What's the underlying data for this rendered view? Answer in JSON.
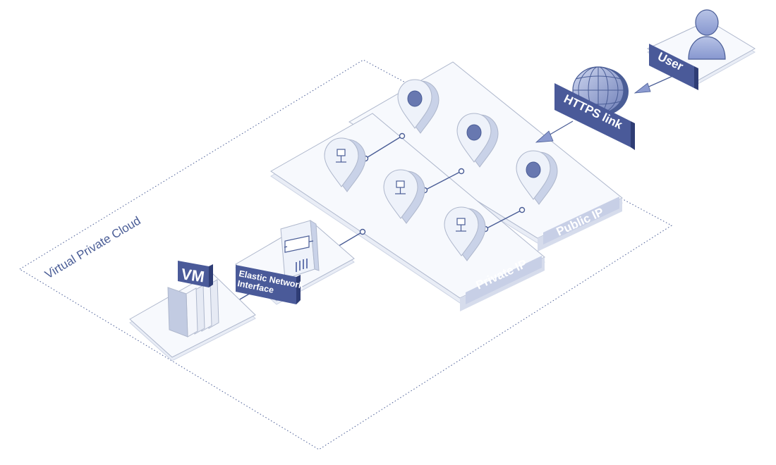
{
  "diagram": {
    "vpc_label": "Virtual Private Cloud",
    "vm_label": "VM",
    "eni_label_line1": "Elastic Network",
    "eni_label_line2": "Interface",
    "private_ip_label": "Private IP",
    "public_ip_label": "Public IP",
    "https_label": "HTTPS link",
    "user_label": "User"
  },
  "colors": {
    "label_fill": "#4a5a99",
    "label_side": "#2f3d75",
    "line": "#4a5d96",
    "platform_stroke": "#aeb7cc",
    "platform_fill": "#f4f7fc",
    "pin_face": "#eef2fa",
    "pin_side": "#c9d2e8",
    "pin_core": "#6878b0"
  }
}
